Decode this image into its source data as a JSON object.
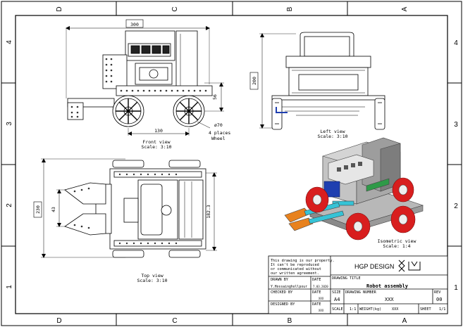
{
  "border": {
    "columns_top": [
      "D",
      "C",
      "B",
      "A"
    ],
    "columns_bottom": [
      "D",
      "C",
      "B",
      "A"
    ],
    "rows_left": [
      "4",
      "3",
      "2",
      "1"
    ],
    "rows_right": [
      "4",
      "3",
      "2",
      "1"
    ]
  },
  "views": {
    "front": {
      "title": "Front view",
      "scale": "Scale:  3:10",
      "dim_width": "300",
      "dim_wheelbase": "130",
      "dim_height": "56",
      "dim_wheel": "ø70",
      "note_line1": "4 places",
      "note_line2": "Wheel"
    },
    "left": {
      "title": "Left view",
      "scale": "Scale:  3:10",
      "dim_height": "200"
    },
    "top": {
      "title": "Top view",
      "scale": "Scale:  3:10",
      "dim_width": "230",
      "dim_inner": "43",
      "dim_length": "182.3"
    },
    "iso": {
      "title": "Isometric view",
      "scale": "Scale:  1:4"
    }
  },
  "title_block": {
    "notice": [
      "This drawing is our property.",
      "It can't be reproduced",
      "or communicated without",
      "our written agreement."
    ],
    "company": "HGP DESIGN",
    "drawn_by_label": "DRAWN BY",
    "drawn_by_value": "Y.Hossainghollpour",
    "date_label": "DATE",
    "date_value": "7.03.2020",
    "checked_by_label": "CHECKED BY",
    "date2_label": "DATE",
    "date2_value": "XXX",
    "designed_by_label": "DESIGNED BY",
    "date3_label": "DATE",
    "date3_value": "XXX",
    "drawing_title_label": "DRAWING TITLE",
    "drawing_title": "Robot assembly",
    "size_label": "SIZE",
    "size_value": "A4",
    "drawing_number_label": "DRAWING NUMBER",
    "drawing_number": "XXX",
    "rev_label": "REV",
    "rev_value": "00",
    "scale_label": "SCALE",
    "scale_value": "1:1",
    "weight_label": "WEIGHT(kg)",
    "weight_value": "XXX",
    "sheet_label": "SHEET",
    "sheet_value": "1/1"
  },
  "colors": {
    "line": "#000000",
    "wheel_red": "#d81e1e",
    "motor_blue": "#1f3fb0",
    "gripper_orange": "#e8821e",
    "bracket_cyan": "#36c3d6",
    "board_green": "#2f9a48",
    "body_grey": "#c9c9c9",
    "body_dark": "#7b7b7b"
  }
}
